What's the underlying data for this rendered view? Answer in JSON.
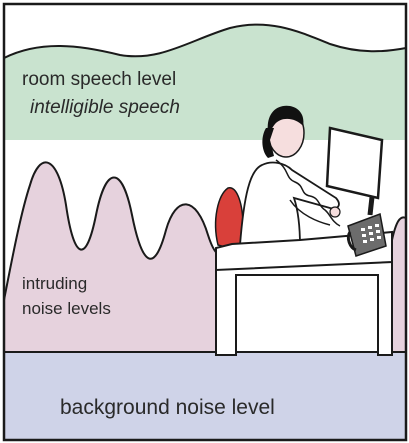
{
  "labels": {
    "room_speech": "room speech level",
    "intelligible": "intelligible speech",
    "intruding_line1": "intruding",
    "intruding_line2": "noise levels",
    "background": "background noise level"
  },
  "colors": {
    "speech_band": "#c9e3cf",
    "intruding_band": "#e6d2dd",
    "background_band": "#cfd3e8",
    "chair": "#d9403a",
    "outline": "#1a1a1a",
    "phone": "#6c6c6c"
  }
}
